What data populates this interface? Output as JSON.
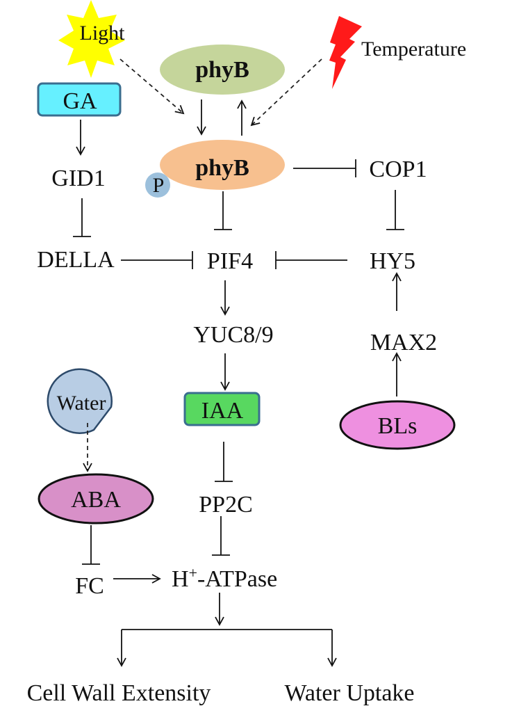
{
  "nodes": {
    "light": "Light",
    "temperature": "Temperature",
    "phyb_inactive": "phyB",
    "phyb_active": "phyB",
    "phosphate": "P",
    "ga": "GA",
    "gid1": "GID1",
    "della": "DELLA",
    "pif4": "PIF4",
    "cop1": "COP1",
    "hy5": "HY5",
    "yuc89": "YUC8/9",
    "max2": "MAX2",
    "iaa": "IAA",
    "bls": "BLs",
    "water": "Water",
    "aba": "ABA",
    "pp2c": "PP2C",
    "fc": "FC",
    "h_atpase_prefix": "H",
    "h_atpase_sup": "+",
    "h_atpase_suffix": "-ATPase",
    "cell_wall": "Cell Wall Extensity",
    "water_uptake": "Water Uptake"
  },
  "colors": {
    "light_burst": "#ffff00",
    "temperature_bolt": "#ff1a1a",
    "phyb_inactive_fill": "#c5d59b",
    "phyb_active_fill": "#f7c08f",
    "phosphate_fill": "#9cc0dc",
    "ga_fill": "#66f0ff",
    "ga_border": "#3a6e8f",
    "iaa_fill": "#58d860",
    "iaa_border": "#3a6e8f",
    "bls_fill": "#ee90e0",
    "aba_fill": "#d890c8",
    "water_fill": "#b8cde4"
  },
  "edges": [
    {
      "from": "light",
      "to": "phyb_active",
      "type": "induces-dashed"
    },
    {
      "from": "temperature",
      "to": "phyb_active",
      "type": "induces-dashed"
    },
    {
      "from": "phyb_inactive",
      "to": "phyb_active",
      "type": "activates"
    },
    {
      "from": "phyb_active",
      "to": "phyb_inactive",
      "type": "reverts"
    },
    {
      "from": "ga",
      "to": "gid1",
      "type": "activates"
    },
    {
      "from": "gid1",
      "to": "della",
      "type": "inhibits"
    },
    {
      "from": "della",
      "to": "pif4",
      "type": "inhibits"
    },
    {
      "from": "phyb_active",
      "to": "pif4",
      "type": "inhibits"
    },
    {
      "from": "phyb_active",
      "to": "cop1",
      "type": "inhibits"
    },
    {
      "from": "cop1",
      "to": "hy5",
      "type": "inhibits"
    },
    {
      "from": "hy5",
      "to": "pif4",
      "type": "inhibits"
    },
    {
      "from": "max2",
      "to": "hy5",
      "type": "activates"
    },
    {
      "from": "bls",
      "to": "max2",
      "type": "activates"
    },
    {
      "from": "pif4",
      "to": "yuc89",
      "type": "activates"
    },
    {
      "from": "yuc89",
      "to": "iaa",
      "type": "activates"
    },
    {
      "from": "iaa",
      "to": "pp2c",
      "type": "inhibits"
    },
    {
      "from": "pp2c",
      "to": "h_atpase",
      "type": "inhibits"
    },
    {
      "from": "water",
      "to": "aba",
      "type": "induces-dashed"
    },
    {
      "from": "aba",
      "to": "fc",
      "type": "inhibits"
    },
    {
      "from": "fc",
      "to": "h_atpase",
      "type": "activates"
    },
    {
      "from": "h_atpase",
      "to": "cell_wall",
      "type": "activates"
    },
    {
      "from": "h_atpase",
      "to": "water_uptake",
      "type": "activates"
    }
  ]
}
